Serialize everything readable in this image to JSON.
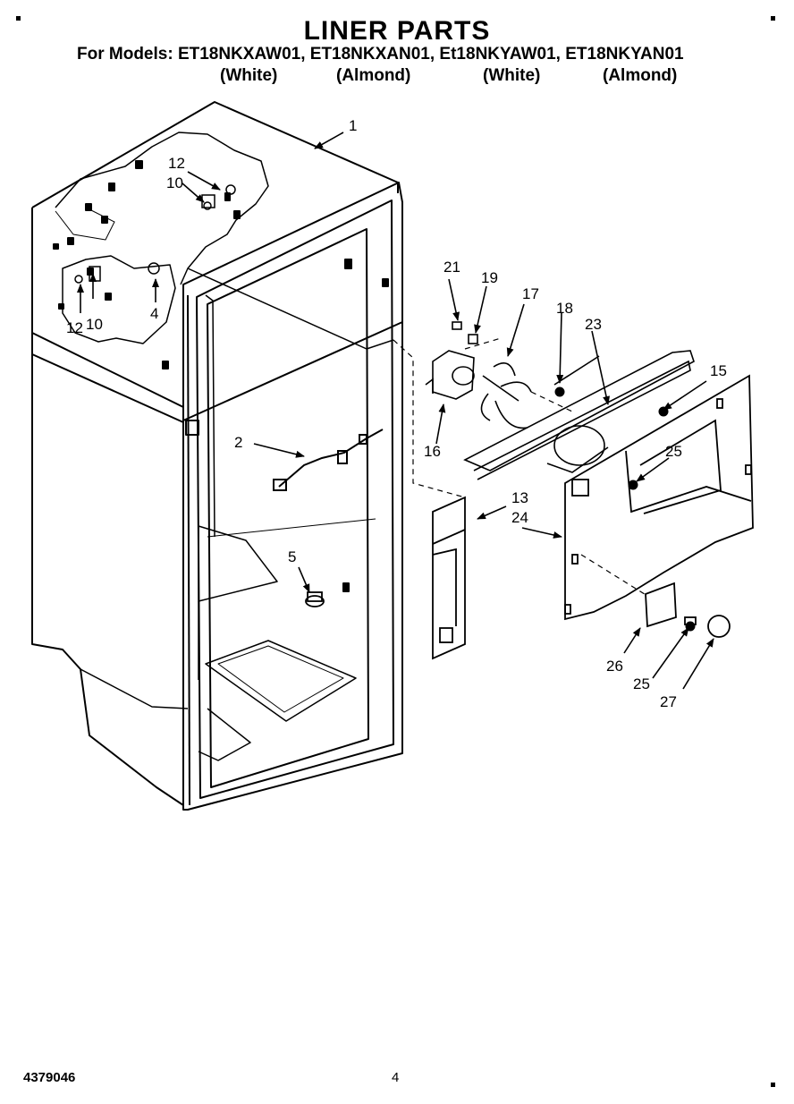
{
  "header": {
    "title": "LINER PARTS",
    "models_line": "For Models: ET18NKXAW01, ET18NKXAN01, Et18NKYAW01, ET18NKYAN01",
    "color_notes": [
      "(White)",
      "(Almond)",
      "(White)",
      "(Almond)"
    ]
  },
  "diagram": {
    "callouts": {
      "c1": "1",
      "c2": "2",
      "c4": "4",
      "c5": "5",
      "c10a": "10",
      "c10b": "10",
      "c12a": "12",
      "c12b": "12",
      "c13": "13",
      "c15": "15",
      "c16": "16",
      "c17": "17",
      "c18": "18",
      "c19": "19",
      "c21": "21",
      "c23": "23",
      "c24": "24",
      "c25a": "25",
      "c25b": "25",
      "c26": "26",
      "c27": "27"
    }
  },
  "footer": {
    "doc_number": "4379046",
    "page_number": "4"
  }
}
